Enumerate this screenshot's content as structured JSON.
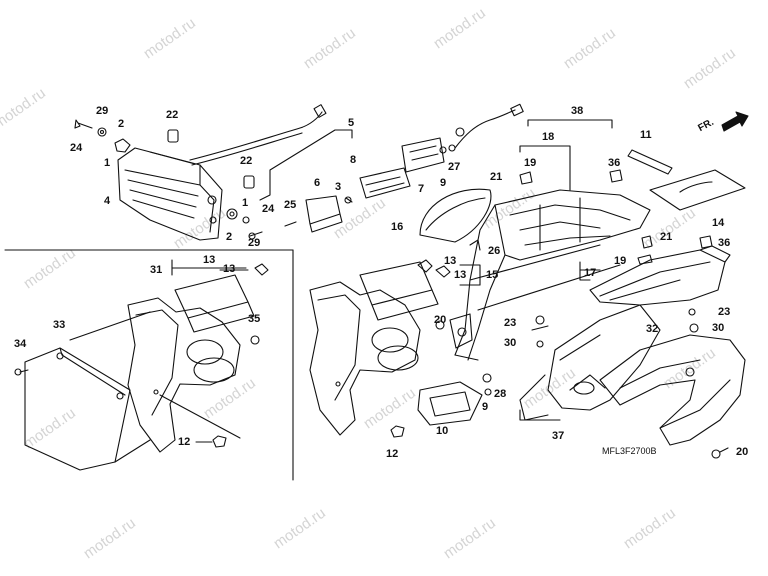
{
  "watermark": "motod.ru",
  "drawing_code": "MFL3F2700B",
  "direction_label": "FR.",
  "callouts": [
    "1",
    "2",
    "3",
    "4",
    "5",
    "6",
    "7",
    "8",
    "9",
    "10",
    "11",
    "12",
    "13",
    "14",
    "15",
    "16",
    "17",
    "18",
    "19",
    "20",
    "21",
    "22",
    "23",
    "24",
    "25",
    "26",
    "27",
    "28",
    "29",
    "30",
    "31",
    "32",
    "33",
    "34",
    "35",
    "36",
    "37",
    "38"
  ]
}
